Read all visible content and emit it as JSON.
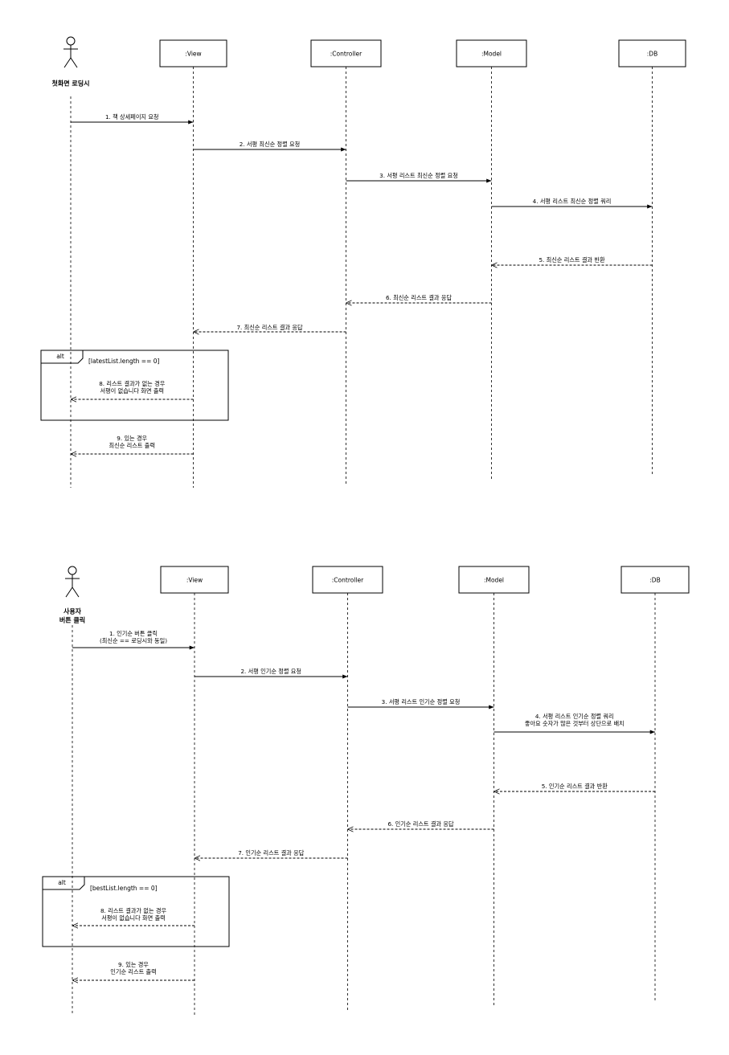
{
  "diagrams": [
    {
      "actor_label": [
        "첫화면 로딩시"
      ],
      "lifelines": [
        ":View",
        ":Controller",
        ":Model",
        ":DB"
      ],
      "messages": [
        {
          "label": [
            "1. 책 상세페이지 요청"
          ],
          "kind": "sync"
        },
        {
          "label": [
            "2. 서평 최신순 정렬 요청"
          ],
          "kind": "sync"
        },
        {
          "label": [
            "3. 서평 리스트 최신순 정렬 요청"
          ],
          "kind": "sync"
        },
        {
          "label": [
            "4. 서평 리스트 최신순 정렬 쿼리"
          ],
          "kind": "sync"
        },
        {
          "label": [
            "5. 최신순 리스트 결과 반환"
          ],
          "kind": "return"
        },
        {
          "label": [
            "6. 최신순 리스트 결과 응답"
          ],
          "kind": "return"
        },
        {
          "label": [
            "7. 최신순 리스트 결과 응답"
          ],
          "kind": "return"
        },
        {
          "label": [
            "8. 리스트 결과가 없는 경우",
            "서평이 없습니다 화면 출력"
          ],
          "kind": "return"
        },
        {
          "label": [
            "9. 있는 경우",
            "최신순 리스트 출력"
          ],
          "kind": "return"
        }
      ],
      "alt": {
        "tag": "alt",
        "guard": "[latestList.length == 0]"
      }
    },
    {
      "actor_label": [
        "사용자",
        "버튼 클릭"
      ],
      "lifelines": [
        ":View",
        ":Controller",
        ":Model",
        ":DB"
      ],
      "messages": [
        {
          "label": [
            "1. 인기순 버튼 클릭",
            "(최신순 == 로딩시와 동일)"
          ],
          "kind": "sync"
        },
        {
          "label": [
            "2. 서평 인기순 정렬 요청"
          ],
          "kind": "sync"
        },
        {
          "label": [
            "3. 서평 리스트 인기순 정렬 요청"
          ],
          "kind": "sync"
        },
        {
          "label": [
            "4. 서평 리스트 인기순 정렬 쿼리",
            "좋아요 숫자가 많은 것부터 상단으로 배치"
          ],
          "kind": "sync"
        },
        {
          "label": [
            "5. 인기순 리스트 결과 반환"
          ],
          "kind": "return"
        },
        {
          "label": [
            "6. 인기순 리스트 결과 응답"
          ],
          "kind": "return"
        },
        {
          "label": [
            "7. 인기순 리스트 결과 응답"
          ],
          "kind": "return"
        },
        {
          "label": [
            "8. 리스트 결과가 없는 경우",
            "서평이 없습니다 화면 출력"
          ],
          "kind": "return"
        },
        {
          "label": [
            "9. 있는 경우",
            "인기순 리스트 출력"
          ],
          "kind": "return"
        }
      ],
      "alt": {
        "tag": "alt",
        "guard": "[bestList.length == 0]"
      }
    }
  ]
}
